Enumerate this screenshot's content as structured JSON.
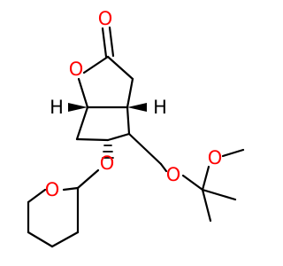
{
  "colors": {
    "background": "#ffffff",
    "bond": "#000000",
    "oxygen": "#ff0000",
    "hydrogen": "#000000"
  },
  "atom_labels": {
    "carbonyl_oxygen": "O",
    "ring_oxygen": "O",
    "stereo_h_left": "H",
    "stereo_h_right": "H",
    "ether_oxygen_c5": "O",
    "thp_ring_oxygen": "O",
    "ether_oxygen_ch2": "O",
    "methoxy_oxygen": "O"
  }
}
